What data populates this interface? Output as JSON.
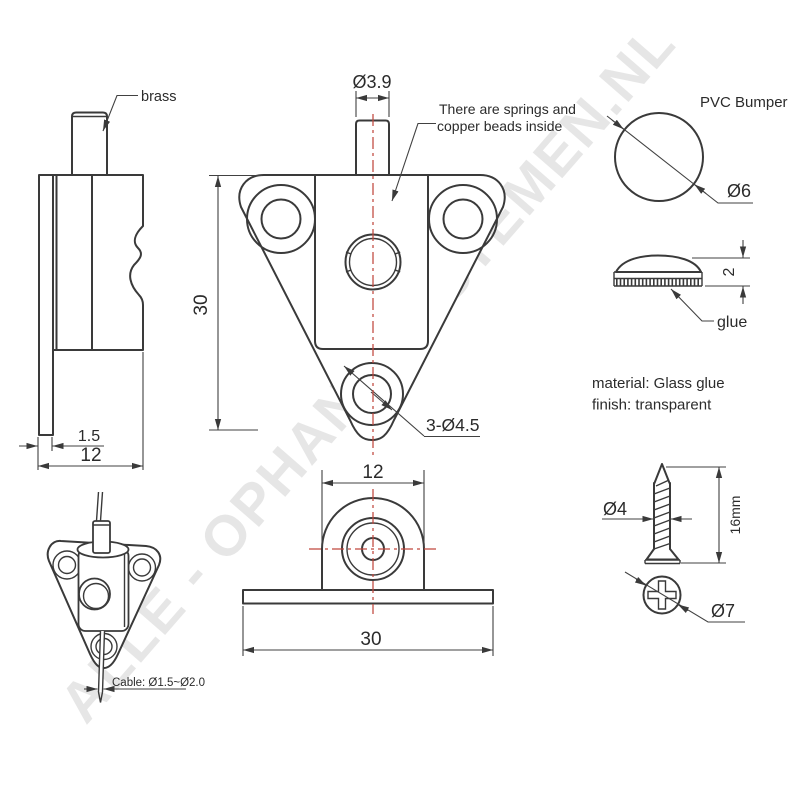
{
  "watermark": {
    "text": "ALLE - OPHANGSYSTEMEN.NL"
  },
  "colors": {
    "line": "#3a3a3a",
    "centerline_red": "#c0483e",
    "text": "#2b2b2b"
  },
  "side_view": {
    "brass_label": "brass",
    "thickness_dim": "1.5",
    "width_dim": "12"
  },
  "front_view": {
    "pin_diameter_dim": "Ø3.9",
    "height_dim": "30",
    "holes_dim": "3-Ø4.5",
    "note_line1": "There are springs and",
    "note_line2": "copper beads inside"
  },
  "bottom_view": {
    "boss_width_dim": "12",
    "base_width_dim": "30"
  },
  "perspective_view": {
    "cable_label": "Cable: Ø1.5~Ø2.0"
  },
  "bumper": {
    "title": "PVC Bumper",
    "diameter_dim": "Ø6",
    "thickness_dim": "2",
    "glue_label": "glue",
    "material_line": "material: Glass glue",
    "finish_line": "finish: transparent"
  },
  "screw": {
    "diameter_dim": "Ø4",
    "length_dim": "16mm",
    "head_diameter_dim": "Ø7"
  }
}
